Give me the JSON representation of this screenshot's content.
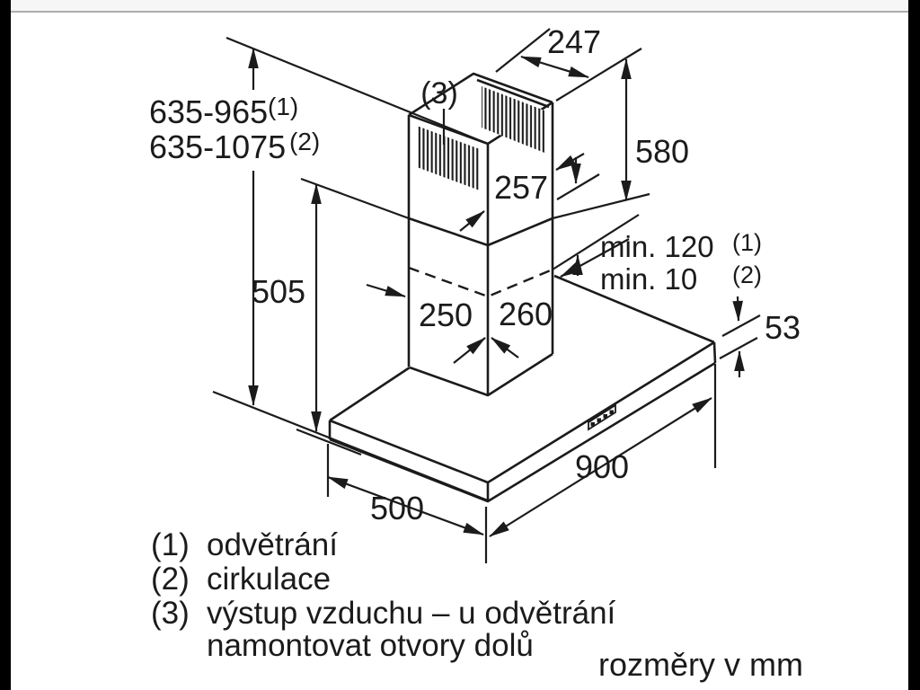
{
  "window": {
    "background": "#ffffff",
    "frame_color": "#000000",
    "line_color": "#1b1b1b"
  },
  "diagram": {
    "dims": {
      "total_height_vented": "635-965",
      "total_height_vented_ref": "(1)",
      "total_height_recirc": "635-1075",
      "total_height_recirc_ref": "(2)",
      "lower_flue_height": "505",
      "flue_top_depth": "247",
      "upper_flue_height": "580",
      "outlet_offset": "257",
      "min_clearance_vented": "min. 120",
      "min_clearance_vented_ref": "(1)",
      "min_clearance_recirc": "min. 10",
      "min_clearance_recirc_ref": "(2)",
      "flue_width": "250",
      "flue_depth": "260",
      "canopy_height": "53",
      "canopy_width": "900",
      "canopy_depth": "500",
      "air_outlet_ref": "(3)"
    },
    "legend": [
      {
        "ref": "(1)",
        "label": "odvětrání"
      },
      {
        "ref": "(2)",
        "label": "cirkulace"
      },
      {
        "ref": "(3)",
        "label": "výstup vzduchu – u odvětrání"
      },
      {
        "ref": "",
        "label": "namontovat otvory dolů"
      }
    ],
    "footer": "rozměry v mm"
  }
}
